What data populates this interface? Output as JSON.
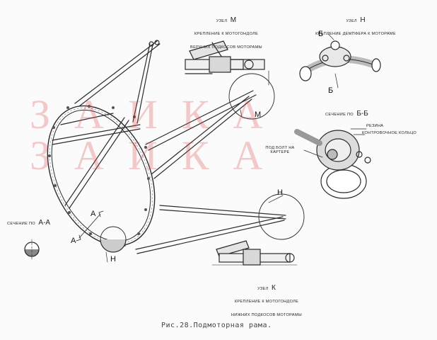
{
  "node_m": {
    "title_word": "УЗЕЛ",
    "title_letter": "М",
    "line1": "КРЕПЛЕНИЕ К МОТОГОНДОЛЕ",
    "line2": "ВЕРХНИХ ПОДКОСОВ МОТОРАМЫ"
  },
  "node_n": {
    "title_word": "УЗЕЛ",
    "title_letter": "Н",
    "line1": "КРЕПЛЕНИЕ ДЕМПФЕРА К МОТОРАМЕ"
  },
  "node_k": {
    "title_word": "УЗЕЛ",
    "title_letter": "К",
    "line1": "КРЕПЛЕНИЕ К МОТОГОНДОЛЕ",
    "line2": "НИЖНИХ ПОДКОСОВ МОТОРАМЫ"
  },
  "section_aa": {
    "text": "СЕЧЕНИЕ ПО",
    "letters": "А-А"
  },
  "section_bb": {
    "text": "СЕЧЕНИЕ ПО",
    "letters": "Б-Б"
  },
  "callouts": {
    "rubber": "РЕЗИНА",
    "lock_ring": "КОНТРОВОЧНОЕ КОЛЬЦО",
    "bolt_line1": "ПОД БОЛТ НА",
    "bolt_line2": "КАРТЕРЕ"
  },
  "markers": {
    "m": "М",
    "h_right": "Н",
    "h_bottom": "Н",
    "a_upper": "А",
    "a_lower": "А",
    "b_upper": "Б",
    "b_lower": "Б"
  },
  "watermark": {
    "line1": "ЗАИКА",
    "line2": "ЗАИКА"
  },
  "caption": "Рис.28.Подмоторная рама."
}
